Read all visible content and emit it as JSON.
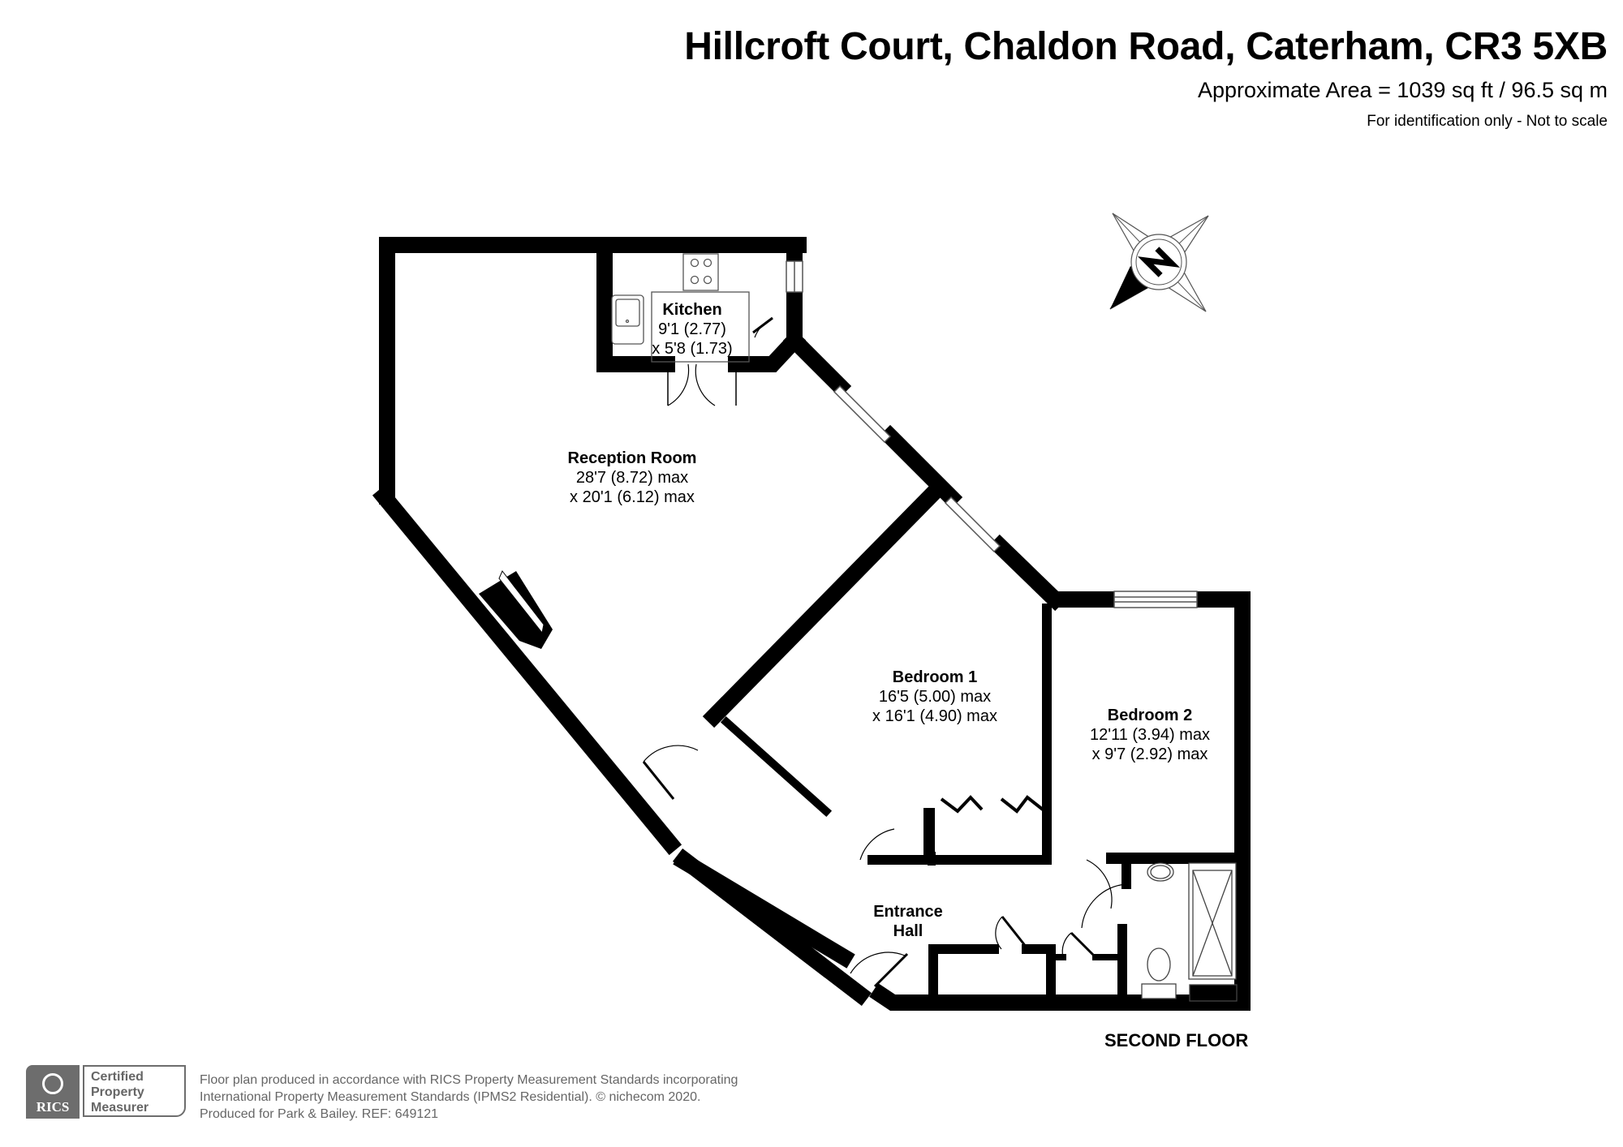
{
  "header": {
    "title": "Hillcroft Court, Chaldon Road, Caterham, CR3 5XB",
    "area": "Approximate Area = 1039 sq ft / 96.5 sq m",
    "note": "For identification only - Not to scale"
  },
  "rooms": [
    {
      "name": "Kitchen",
      "dim1": "9'1 (2.77)",
      "dim2": "x 5'8 (1.73)"
    },
    {
      "name": "Reception Room",
      "dim1": "28'7 (8.72) max",
      "dim2": "x 20'1 (6.12) max"
    },
    {
      "name": "Bedroom 1",
      "dim1": "16'5 (5.00) max",
      "dim2": "x 16'1 (4.90) max"
    },
    {
      "name": "Bedroom 2",
      "dim1": "12'11 (3.94) max",
      "dim2": "x 9'7 (2.92) max"
    },
    {
      "name": "Entrance",
      "dim1": "Hall"
    }
  ],
  "floor_label": "SECOND FLOOR",
  "compass": {
    "letter": "N"
  },
  "badge": {
    "logo_text": "RICS",
    "lines": [
      "Certified",
      "Property",
      "Measurer"
    ]
  },
  "footer": {
    "lines": [
      "Floor plan produced in accordance with RICS Property Measurement Standards incorporating",
      "International Property Measurement Standards (IPMS2 Residential).   © nichecom 2020.",
      "Produced for Park & Bailey.   REF:  649121"
    ]
  },
  "colors": {
    "wall": "#000000",
    "badge_grey": "#6d6d6d",
    "footer_text": "#666666"
  }
}
